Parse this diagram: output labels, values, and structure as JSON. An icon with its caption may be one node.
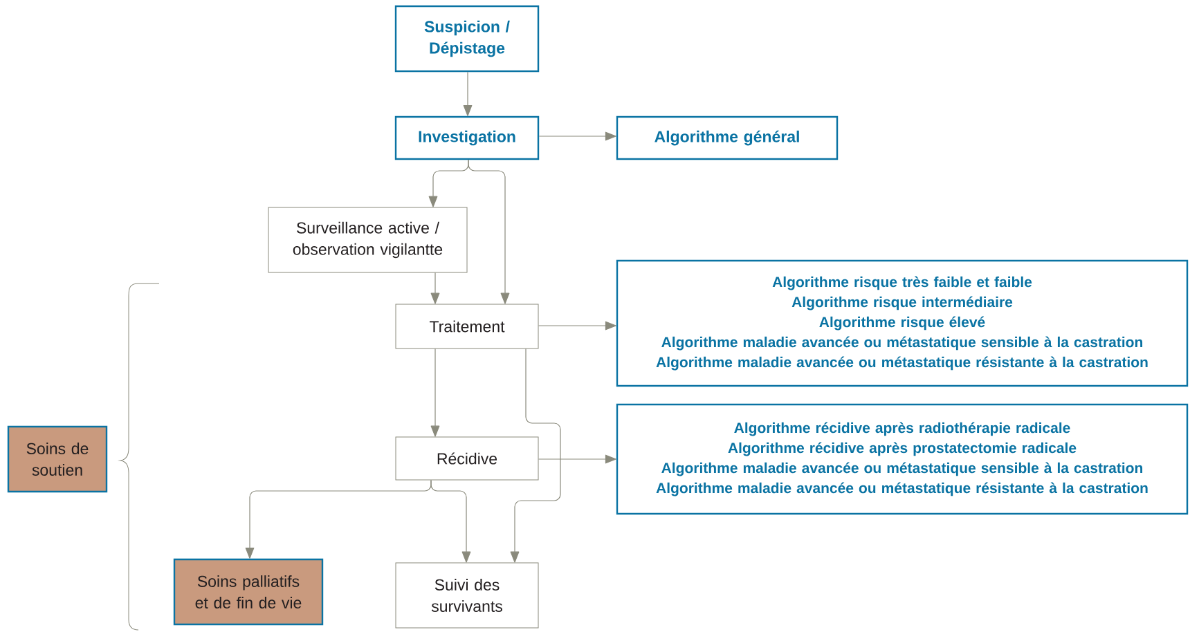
{
  "diagram": {
    "nodes": [
      {
        "text": [
          "Suspicion / Dépistage"
        ]
      },
      {
        "text": [
          "Investigation"
        ]
      },
      {
        "text": [
          "Algorithme général"
        ]
      },
      {
        "text": [
          "Surveillance active / observation vigilantte"
        ]
      },
      {
        "text": [
          "Traitement"
        ]
      },
      {
        "text": [
          "Algorithme risque très faible et faible",
          "Algorithme risque intermédiaire",
          "Algorithme risque élevé",
          "Algorithme maladie avancée ou métastatique sensible à la castration",
          "Algorithme maladie avancée ou métastatique résistante à la castration"
        ]
      },
      {
        "text": [
          "Récidive"
        ]
      },
      {
        "text": [
          "Algorithme récidive après radiothérapie radicale",
          "Algorithme récidive après prostatectomie radicale",
          "Algorithme maladie avancée ou métastatique sensible à la castration",
          "Algorithme maladie avancée ou métastatique résistante à la castration"
        ]
      },
      {
        "text": [
          "Soins de soutien"
        ]
      },
      {
        "text": [
          "Soins palliatifs et de fin de vie"
        ]
      },
      {
        "text": [
          "Suivi des survivants"
        ]
      }
    ],
    "edges": [
      {
        "from": 0,
        "to": 1,
        "arrow": "to"
      },
      {
        "from": 1,
        "to": 2,
        "arrow": "to"
      },
      {
        "from": 1,
        "to": 3,
        "arrow": "to"
      },
      {
        "from": 1,
        "to": 4,
        "arrow": "to"
      },
      {
        "from": 3,
        "to": 4,
        "arrow": "to"
      },
      {
        "from": 4,
        "to": 5,
        "arrow": "to"
      },
      {
        "from": 4,
        "to": 6,
        "arrow": "to"
      },
      {
        "from": 4,
        "to": 10,
        "arrow": "to"
      },
      {
        "from": 6,
        "to": 7,
        "arrow": "to"
      },
      {
        "from": 6,
        "to": 9,
        "arrow": "to"
      },
      {
        "from": 6,
        "to": 10,
        "arrow": "to"
      }
    ]
  }
}
